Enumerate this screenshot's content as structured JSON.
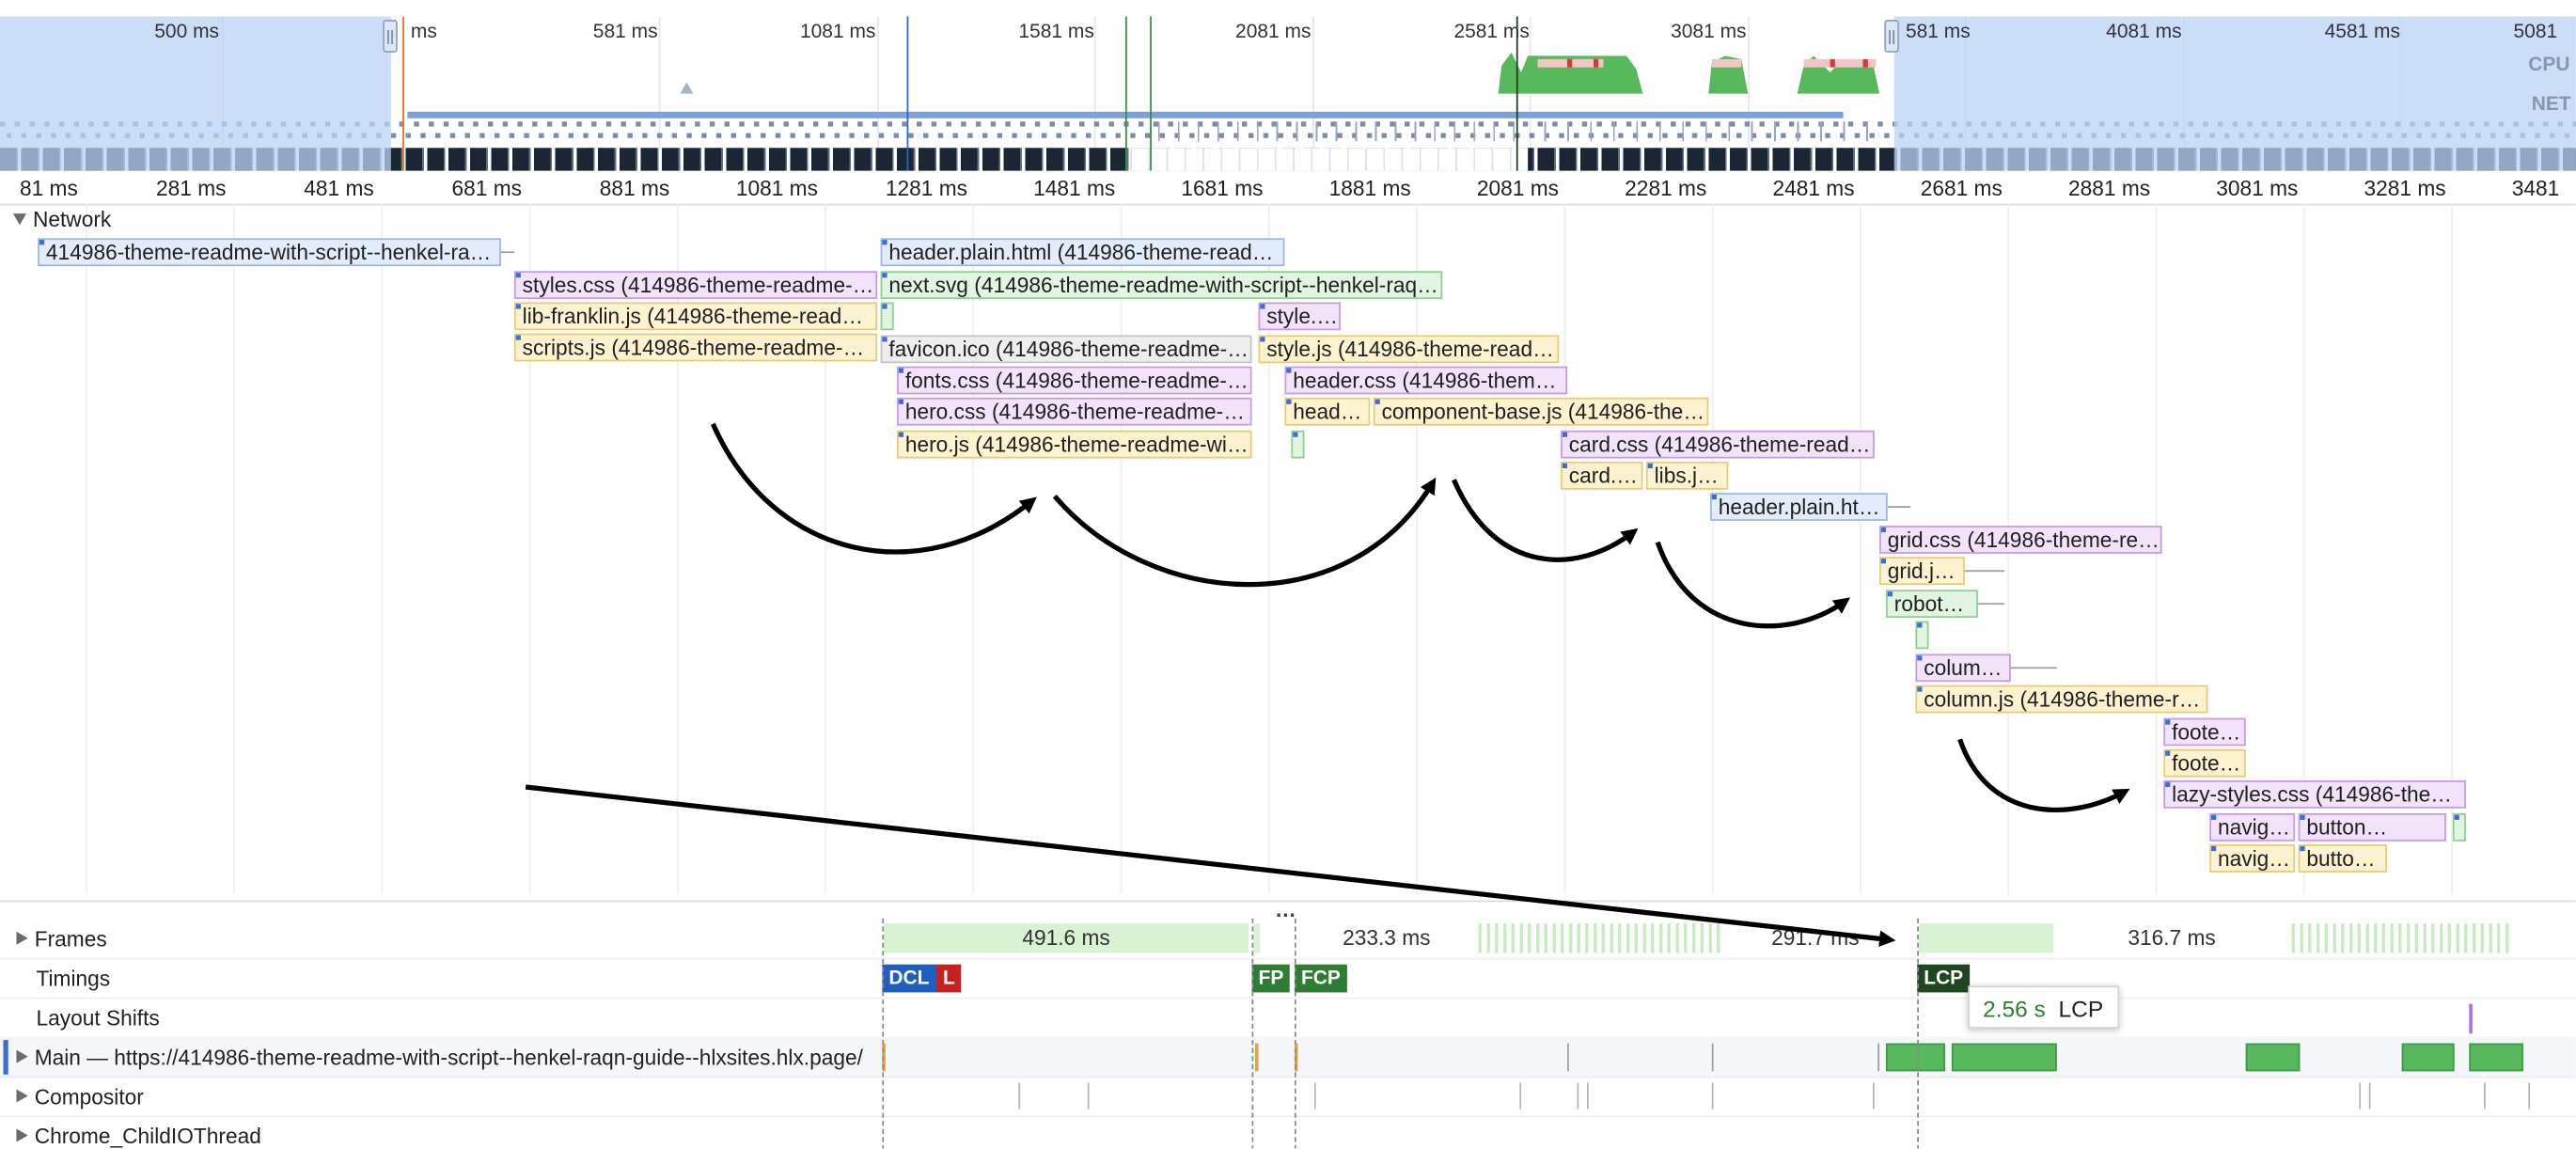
{
  "overview": {
    "ticks": [
      "500 ms",
      "ms",
      "581 ms",
      "1081 ms",
      "1581 ms",
      "2081 ms",
      "2581 ms",
      "3081 ms",
      "581 ms",
      "4081 ms",
      "4581 ms",
      "5081"
    ],
    "cpu_label": "CPU",
    "net_label": "NET"
  },
  "ruler": {
    "ticks": [
      "81 ms",
      "281 ms",
      "481 ms",
      "681 ms",
      "881 ms",
      "1081 ms",
      "1281 ms",
      "1481 ms",
      "1681 ms",
      "1881 ms",
      "2081 ms",
      "2281 ms",
      "2481 ms",
      "2681 ms",
      "2881 ms",
      "3081 ms",
      "3281 ms",
      "3481"
    ]
  },
  "network": {
    "title": "Network",
    "requests": [
      "414986-theme-readme-with-script--henkel-ra…",
      "styles.css (414986-theme-readme-…",
      "lib-franklin.js (414986-theme-read…",
      "scripts.js (414986-theme-readme-…",
      "header.plain.html (414986-theme-readm…",
      "next.svg (414986-theme-readme-with-script--henkel-raq…",
      "favicon.ico (414986-theme-readme-…",
      "fonts.css (414986-theme-readme-…",
      "hero.css (414986-theme-readme-w…",
      "hero.js (414986-theme-readme-wit…",
      "style.…",
      "style.js (414986-theme-read…",
      "header.css (414986-theme…",
      "head…",
      "component-base.js (414986-the…",
      "card.css (414986-theme-read…",
      "card.…",
      "libs.j…",
      "header.plain.ht…",
      "grid.css (414986-theme-re…",
      "grid.j…",
      "robot…",
      "colum…",
      "column.js (414986-theme-re…",
      "foote…",
      "foote…",
      "lazy-styles.css (414986-the…",
      "navig…",
      "button…",
      "navig…",
      "butto…"
    ]
  },
  "tracks": {
    "frames": "Frames",
    "timings": "Timings",
    "layout_shifts": "Layout Shifts",
    "main": "Main — https://414986-theme-readme-with-script--henkel-raqn-guide--hlxsites.hlx.page/",
    "compositor": "Compositor",
    "child_io": "Chrome_ChildIOThread",
    "frame_durations": [
      "491.6 ms",
      "233.3 ms",
      "291.7 ms",
      "316.7 ms"
    ],
    "markers": [
      "DCL",
      "L",
      "FP",
      "FCP",
      "LCP"
    ],
    "tooltip_time": "2.56 s",
    "tooltip_label": "LCP",
    "ellipsis": "…"
  },
  "colors": {
    "dcl": "#1f5fbf",
    "load": "#c5221f",
    "fp": "#2f7d32",
    "fcp": "#2f7d32",
    "lcp": "#1e4620",
    "cpu": "#58b85c"
  }
}
